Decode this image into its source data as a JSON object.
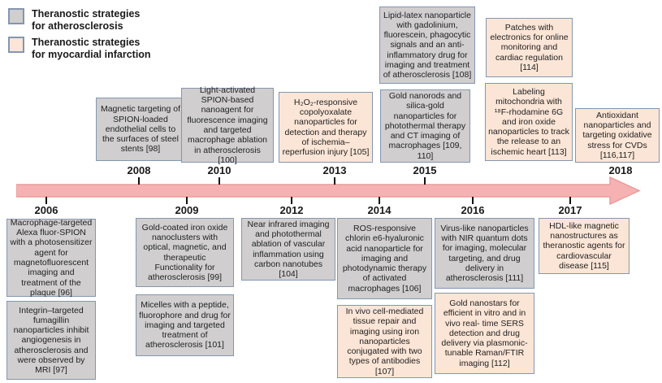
{
  "colors": {
    "atherosclerosis": "#d0cece",
    "myocardial_infarction": "#fbe5d6",
    "border": "#8496b0",
    "arrow_fill": "#f6b2b2",
    "arrow_stroke": "#e89c9c",
    "text": "#1a1a1a"
  },
  "legend": {
    "items": [
      {
        "line1": "Theranostic strategies",
        "line2": "for atherosclerosis",
        "category": "atherosclerosis"
      },
      {
        "line1": "Theranostic strategies",
        "line2": "for myocardial infarction",
        "category": "myocardial_infarction"
      }
    ]
  },
  "timeline": {
    "years": {
      "y2006": "2006",
      "y2008": "2008",
      "y2009": "2009",
      "y2010": "2010",
      "y2012": "2012",
      "y2013": "2013",
      "y2014": "2014",
      "y2015": "2015",
      "y2016": "2016",
      "y2017": "2017",
      "y2018": "2018"
    },
    "years_above_bar": [
      "2008",
      "2010",
      "2013",
      "2015",
      "2018"
    ],
    "years_below_bar": [
      "2006",
      "2009",
      "2012",
      "2014",
      "2016",
      "2017"
    ]
  },
  "boxes": {
    "b96": {
      "year": "2006",
      "category": "atherosclerosis",
      "text": "Macrophage-targeted Alexa fluor-SPION with a photosensitizer agent for magnetofluorescent imaging and treatment of the plaque [96]"
    },
    "b97": {
      "year": "2006",
      "category": "atherosclerosis",
      "text": "Integrin–targeted fumagillin nanoparticles inhibit angiogenesis in atherosclerosis and were observed by MRI [97]"
    },
    "b98": {
      "year": "2008",
      "category": "atherosclerosis",
      "text": "Magnetic targeting of SPION-loaded endothelial cells to the surfaces of steel stents [98]"
    },
    "b99": {
      "year": "2009",
      "category": "atherosclerosis",
      "text": "Gold-coated iron oxide nanoclusters with optical, magnetic, and therapeutic Functionality for atherosclerosis  [99]"
    },
    "b100": {
      "year": "2010",
      "category": "atherosclerosis",
      "text": "Light-activated SPION-based nanoagent  for fluorescence imaging and targeted macrophage ablation in atherosclerosis [100]"
    },
    "b101": {
      "year": "2009",
      "category": "atherosclerosis",
      "text": "Micelles with a peptide, fluorophore and drug for imaging and targeted treatment of atherosclerosis [101]"
    },
    "b104": {
      "year": "2012",
      "category": "atherosclerosis",
      "text": "Near infrared imaging and photothermal ablation of vascular inflammation using carbon nanotubes [104]"
    },
    "b105": {
      "year": "2013",
      "category": "myocardial_infarction",
      "text": "H₂O₂-responsive copolyoxalate nanoparticles for detection and therapy of ischemia–reperfusion injury [105]"
    },
    "b106": {
      "year": "2014",
      "category": "atherosclerosis",
      "text": "ROS-responsive chlorin e6-hyaluronic acid nanoparticle for imaging and photodynamic therapy of activated macrophages [106]"
    },
    "b107": {
      "year": "2014",
      "category": "myocardial_infarction",
      "text": "In vivo cell-mediated tissue repair and imaging using iron nanoparticles conjugated with two types of antibodies [107]"
    },
    "b108": {
      "year": "2015",
      "category": "atherosclerosis",
      "text": "Lipid-latex nanoparticle with gadolinium, fluorescein, phagocytic signals and an anti-inflammatory drug for imaging and treatment of atherosclerosis [108]"
    },
    "b109": {
      "year": "2015",
      "category": "atherosclerosis",
      "text": "Gold nanorods and silica-gold nanoparticles for photothermal therapy and CT imaging of macrophages [109, 110]"
    },
    "b111": {
      "year": "2016",
      "category": "atherosclerosis",
      "text": "Virus-like nanoparticles with NIR quantum dots for imaging, molecular targeting, and drug delivery  in atherosclerosis [111]"
    },
    "b112": {
      "year": "2016",
      "category": "myocardial_infarction",
      "text": "Gold nanostars for efficient in vitro and in vivo real- time SERS detection and drug delivery via plasmonic- tunable Raman/FTIR imaging [112]"
    },
    "b113": {
      "year": "2017",
      "category": "myocardial_infarction",
      "text": "Labeling mitochondria with ¹⁸F-rhodamine 6G and iron oxide nanoparticles to track the release to an ischemic heart [113]"
    },
    "b114": {
      "year": "2017",
      "category": "myocardial_infarction",
      "text": "Patches with electronics for online monitoring and cardiac regulation [114]"
    },
    "b115": {
      "year": "2017",
      "category": "myocardial_infarction",
      "text": "HDL-like magnetic nanostructures as theranostic agents for cardiovascular disease [115]"
    },
    "b116": {
      "year": "2018",
      "category": "myocardial_infarction",
      "text": "Antioxidant nanoparticles and targeting oxidative stress for CVDs [116,117]"
    }
  }
}
